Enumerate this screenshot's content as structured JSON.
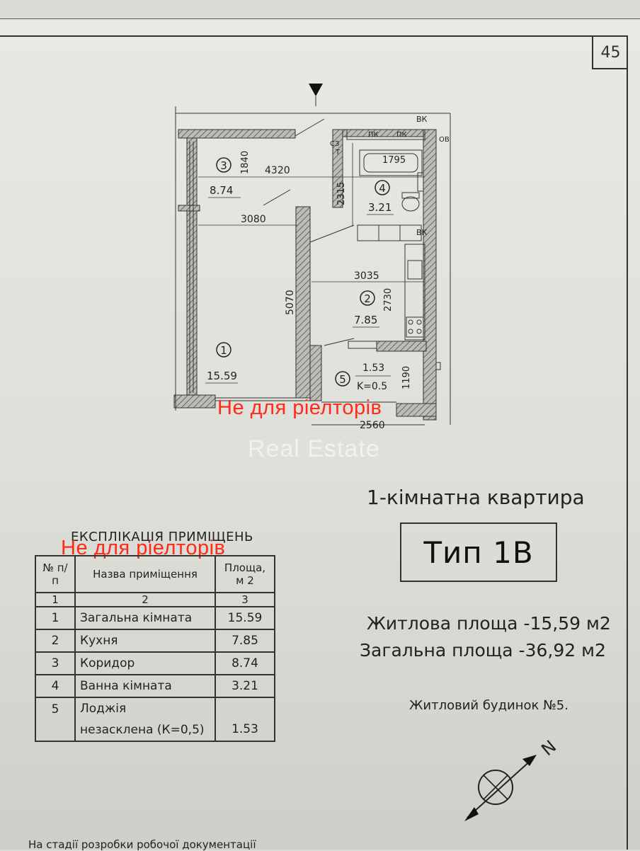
{
  "sheet": {
    "number": "45"
  },
  "plan": {
    "rooms": [
      {
        "num": "1",
        "area": "15.59"
      },
      {
        "num": "2",
        "area": "7.85"
      },
      {
        "num": "3",
        "area": "8.74"
      },
      {
        "num": "4",
        "area": "3.21"
      },
      {
        "num": "5",
        "area": "1.53",
        "coef": "K=0.5"
      }
    ],
    "dimensions": {
      "corridor_width": "1840",
      "corridor_length": "4320",
      "room_width": "3080",
      "room_height": "5070",
      "bath_length": "1795",
      "bath_height": "2315",
      "kitchen_width": "3035",
      "kitchen_height": "2730",
      "loggia_height": "1190",
      "loggia_width": "2560"
    },
    "labels": {
      "vk1": "ВК",
      "vk2": "ВК",
      "pk1": "ПК",
      "pk2": "ПК",
      "cz": "СЗ",
      "ov": "ОВ",
      "t": "Т"
    }
  },
  "watermarks": {
    "text_plan": "Не для ріелторів",
    "text_table": "Не для ріелторів",
    "brand": "Real Estate"
  },
  "apartment": {
    "title": "1-кімнатна квартира",
    "type": "Тип 1В",
    "living_area": "Житлова площа -15,59 м2",
    "total_area": "Загальна площа -36,92 м2",
    "building": "Житловий будинок №5."
  },
  "explication": {
    "title": "ЕКСПЛІКАЦІЯ ПРИМІЩЕНЬ",
    "headers": {
      "num": "№ п/п",
      "name": "Назва приміщення",
      "area": "Площа, м 2"
    },
    "col_numbers": [
      "1",
      "2",
      "3"
    ],
    "rows": [
      {
        "num": "1",
        "name": "Загальна кімната",
        "area": "15.59"
      },
      {
        "num": "2",
        "name": "Кухня",
        "area": "7.85"
      },
      {
        "num": "3",
        "name": "Коридор",
        "area": "8.74"
      },
      {
        "num": "4",
        "name": "Ванна кімната",
        "area": "3.21"
      },
      {
        "num": "5",
        "name_line1": "Лоджія",
        "name_line2": "незасклена (К=0,5)",
        "area": "1.53"
      }
    ]
  },
  "compass": {
    "north": "N"
  },
  "footer": {
    "note": "На стадії розробки робочої документації"
  }
}
